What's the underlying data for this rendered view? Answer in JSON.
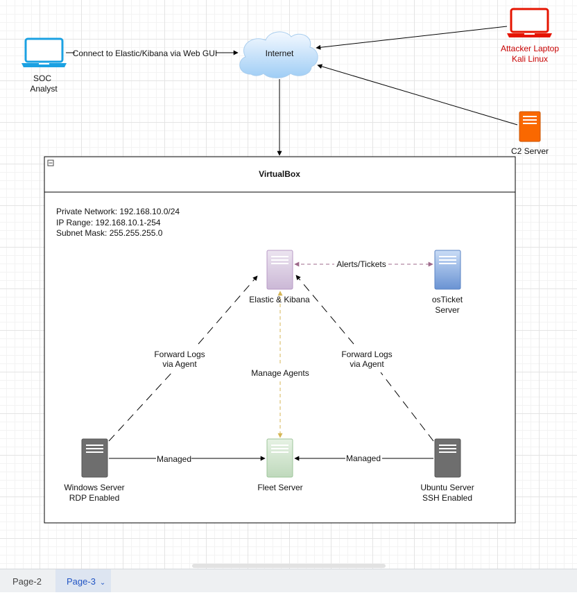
{
  "nodes": {
    "soc_analyst": {
      "line1": "SOC",
      "line2": "Analyst"
    },
    "internet": "Internet",
    "attacker": {
      "line1": "Attacker Laptop",
      "line2": "Kali Linux"
    },
    "c2": "C2 Server",
    "elastic": "Elastic & Kibana",
    "osticket": {
      "line1": "osTicket",
      "line2": "Server"
    },
    "windows": {
      "line1": "Windows Server",
      "line2": "RDP Enabled"
    },
    "fleet": "Fleet Server",
    "ubuntu": {
      "line1": "Ubuntu Server",
      "line2": "SSH Enabled"
    }
  },
  "container": {
    "title": "VirtualBox",
    "collapse_symbol": "−",
    "network_info": [
      "Private Network: 192.168.10.0/24",
      "IP Range: 192.168.10.1-254",
      "Subnet Mask: 255.255.255.0"
    ]
  },
  "edges": {
    "soc_to_internet": "Connect to Elastic/Kibana via Web GUI",
    "alerts": "Alerts/Tickets",
    "forward_left": {
      "line1": "Forward Logs",
      "line2": "via Agent"
    },
    "forward_right": {
      "line1": "Forward Logs",
      "line2": "via Agent"
    },
    "manage_agents": "Manage Agents",
    "managed_left": "Managed",
    "managed_right": "Managed"
  },
  "tabs": [
    {
      "label": "Page-2",
      "active": false
    },
    {
      "label": "Page-3",
      "active": true
    }
  ],
  "colors": {
    "laptop_blue": "#1ba1e2",
    "laptop_red": "#e51400",
    "c2_orange": "#fa6800",
    "server_gray": "#6e6e6e",
    "elastic_fill": "#e1d5e7",
    "fleet_fill": "#d5e8d4",
    "osticket_fill": "#7ea6e0",
    "alerts_edge": "#9e6a8b",
    "manage_edge": "#d6b656",
    "active_tab": "#2255c4"
  }
}
